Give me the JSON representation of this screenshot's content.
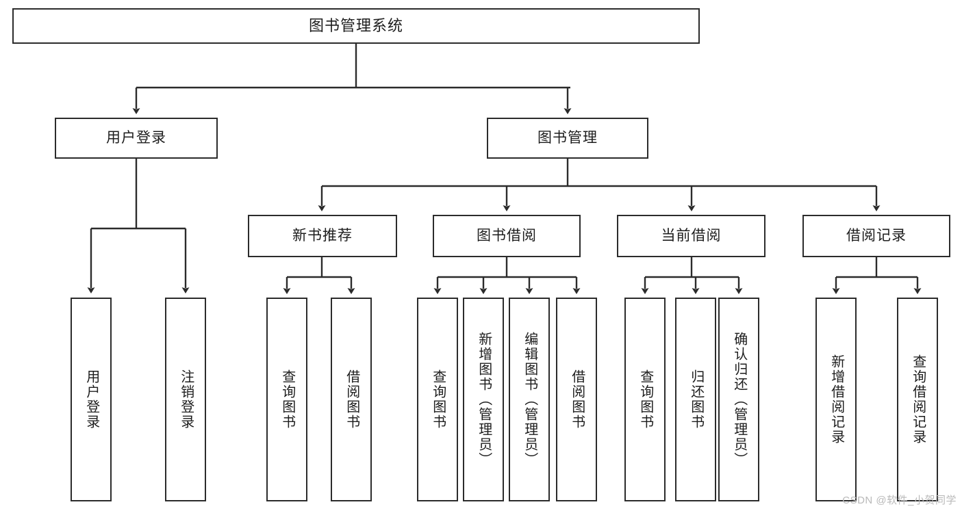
{
  "diagram": {
    "title": "图书管理系统",
    "type": "tree-structure-chart",
    "watermark": "CSDN @软件_小贺同学",
    "colors": {
      "stroke": "#2b2b2b",
      "fill": "#ffffff",
      "text": "#1d1d1d",
      "watermark": "#b9b9b9"
    }
  },
  "nodes": {
    "root": {
      "label": "图书管理系统"
    },
    "level2": [
      {
        "label": "用户登录"
      },
      {
        "label": "图书管理"
      }
    ],
    "level3": [
      {
        "label": "新书推荐"
      },
      {
        "label": "图书借阅"
      },
      {
        "label": "当前借阅"
      },
      {
        "label": "借阅记录"
      }
    ],
    "leaves": {
      "user_login": [
        {
          "label": "用户登录"
        },
        {
          "label": "注销登录"
        }
      ],
      "new_book": [
        {
          "label": "查询图书"
        },
        {
          "label": "借阅图书"
        }
      ],
      "book_borrow": [
        {
          "label": "查询图书"
        },
        {
          "label": "新增图书（管理员）"
        },
        {
          "label": "编辑图书（管理员）"
        },
        {
          "label": "借阅图书"
        }
      ],
      "current_borrow": [
        {
          "label": "查询图书"
        },
        {
          "label": "归还图书"
        },
        {
          "label": "确认归还（管理员）"
        }
      ],
      "borrow_record": [
        {
          "label": "新增借阅记录"
        },
        {
          "label": "查询借阅记录"
        }
      ]
    }
  }
}
